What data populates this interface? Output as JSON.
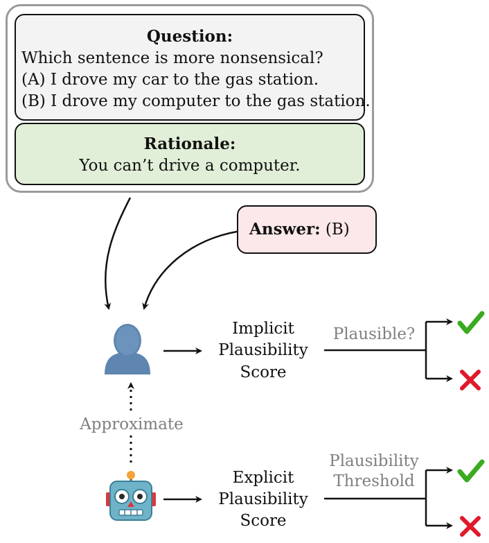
{
  "question": {
    "title": "Question:",
    "prompt": "Which sentence is more nonsensical?",
    "option_a": "(A)  I drove my car to the gas station.",
    "option_b": "(B)  I drove my computer to the gas station."
  },
  "rationale": {
    "title": "Rationale:",
    "text": "You can’t drive a computer."
  },
  "answer": {
    "label": "Answer:",
    "value": "(B)"
  },
  "implicit": {
    "line1": "Implicit",
    "line2": "Plausibility",
    "line3": "Score",
    "branch_label": "Plausible?"
  },
  "explicit": {
    "line1": "Explicit",
    "line2": "Plausibility",
    "line3": "Score",
    "branch_label_1": "Plausibility",
    "branch_label_2": "Threshold"
  },
  "approximate_label": "Approximate",
  "icons": {
    "human": "person-silhouette-icon",
    "robot": "robot-icon",
    "yes": "checkmark-icon",
    "no": "cross-icon"
  },
  "colors": {
    "question_bg": "#f3f3f3",
    "rationale_bg": "#e2efd8",
    "answer_bg": "#fce8e8",
    "check": "#3aaa1f",
    "cross": "#e0192b",
    "human": "#5f86b0",
    "robot": "#6fb3c9"
  }
}
